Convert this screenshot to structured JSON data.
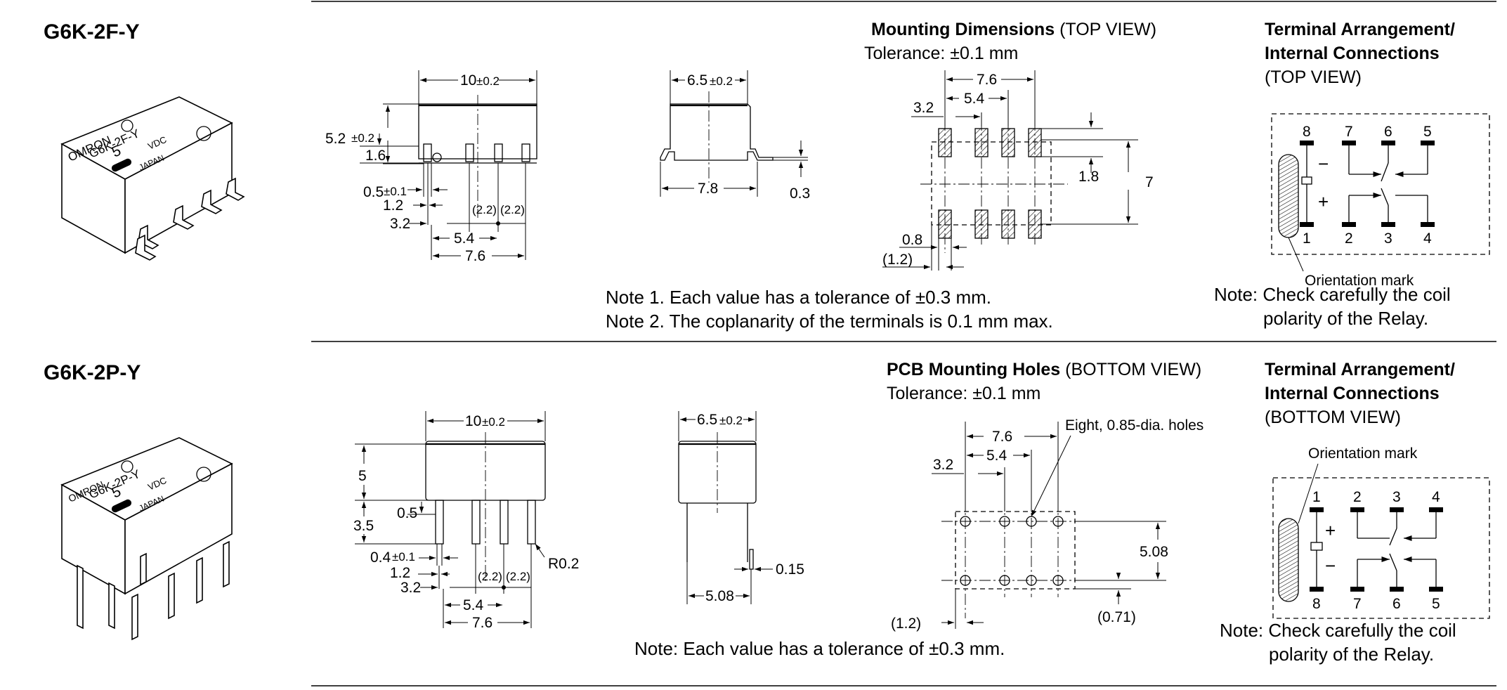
{
  "sections": {
    "top": {
      "model": "G6K-2F-Y",
      "relay_marking": {
        "brand": "OMRON",
        "model": "G6K-2F-Y",
        "voltage": "5",
        "unit": "VDC",
        "origin": "JAPAN"
      },
      "front_view": {
        "width": "10",
        "width_tol": "±0.2",
        "height": "5.2",
        "height_tol": "±0.2",
        "d16": "1.6",
        "d05": "0.5",
        "d05_tol": "±0.1",
        "d12": "1.2",
        "d32": "3.2",
        "d22a": "(2.2)",
        "d22b": "(2.2)",
        "d54": "5.4",
        "d76": "7.6"
      },
      "side_view": {
        "width": "6.5",
        "width_tol": "±0.2",
        "base": "7.8",
        "thick": "0.3"
      },
      "mounting": {
        "title_bold": "Mounting Dimensions",
        "title_rest": "(TOP VIEW)",
        "tolerance": "Tolerance: ±0.1 mm",
        "d76": "7.6",
        "d54": "5.4",
        "d32": "3.2",
        "d18": "1.8",
        "d7": "7",
        "d08": "0.8",
        "d12": "(1.2)"
      },
      "terminal": {
        "title1": "Terminal Arrangement/",
        "title2": "Internal Connections",
        "title3": "(TOP VIEW)",
        "top_pins": [
          "8",
          "7",
          "6",
          "5"
        ],
        "bottom_pins": [
          "1",
          "2",
          "3",
          "4"
        ],
        "minus": "−",
        "plus": "+",
        "orientation": "Orientation mark",
        "note1": "Note: Check carefully the coil",
        "note2": "polarity of the Relay."
      },
      "note1": "Note 1. Each value has a tolerance of ±0.3 mm.",
      "note2": "Note 2. The coplanarity of the terminals is 0.1 mm max."
    },
    "bottom": {
      "model": "G6K-2P-Y",
      "relay_marking": {
        "brand": "OMRON",
        "model": "G6K-2P-Y",
        "voltage": "5",
        "unit": "VDC",
        "origin": "JAPAN"
      },
      "front_view": {
        "width": "10",
        "width_tol": "±0.2",
        "d5": "5",
        "d35": "3.5",
        "d05": "0.5",
        "d04": "0.4",
        "d04_tol": "±0.1",
        "d12": "1.2",
        "d32": "3.2",
        "d22a": "(2.2)",
        "d22b": "(2.2)",
        "d54": "5.4",
        "d76": "7.6",
        "radius": "R0.2"
      },
      "side_view": {
        "width": "6.5",
        "width_tol": "±0.2",
        "base": "5.08",
        "thick": "0.15"
      },
      "mounting": {
        "title_bold": "PCB Mounting Holes",
        "title_rest": "(BOTTOM VIEW)",
        "tolerance": "Tolerance: ±0.1 mm",
        "holes": "Eight, 0.85-dia. holes",
        "d76": "7.6",
        "d54": "5.4",
        "d32": "3.2",
        "d508": "5.08",
        "d12": "(1.2)",
        "d071": "(0.71)"
      },
      "terminal": {
        "title1": "Terminal Arrangement/",
        "title2": "Internal Connections",
        "title3": "(BOTTOM VIEW)",
        "top_pins": [
          "1",
          "2",
          "3",
          "4"
        ],
        "bottom_pins": [
          "8",
          "7",
          "6",
          "5"
        ],
        "plus": "+",
        "minus": "−",
        "orientation": "Orientation mark",
        "note1": "Note: Check carefully the coil",
        "note2": "polarity of the Relay."
      },
      "note": "Note: Each value has a tolerance of ±0.3 mm."
    }
  }
}
